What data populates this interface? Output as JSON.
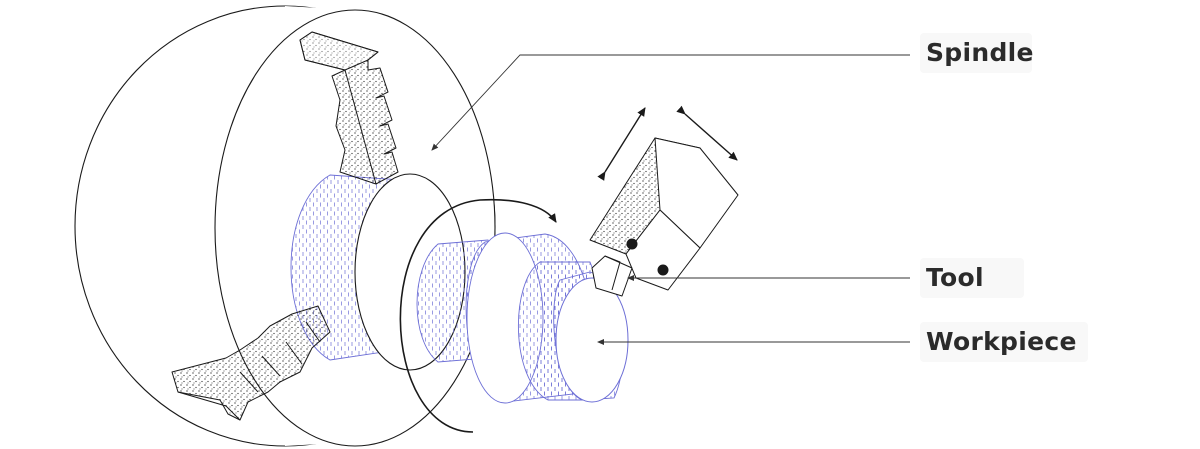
{
  "labels": {
    "spindle": "Spindle",
    "tool": "Tool",
    "workpiece": "Workpiece"
  },
  "colors": {
    "outline": "#1a1a1a",
    "hatch": "#6d6fd6",
    "leader": "#333333",
    "label_text": "#2b2b2b"
  }
}
